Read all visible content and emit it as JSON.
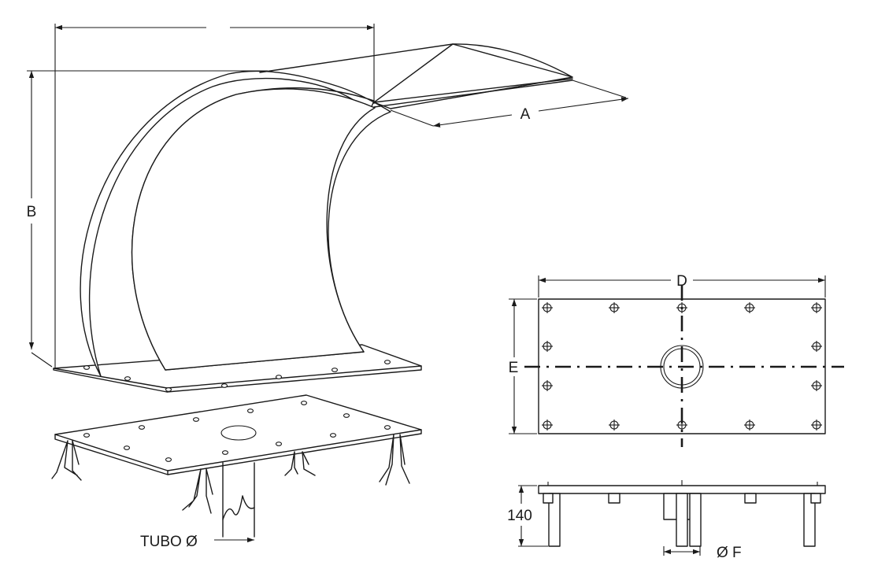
{
  "labels": {
    "dim_a": "A",
    "dim_b": "B",
    "dim_d": "D",
    "dim_e": "E",
    "dim_f": "Ø F",
    "leg_height": "140",
    "pipe": "TUBO Ø"
  }
}
